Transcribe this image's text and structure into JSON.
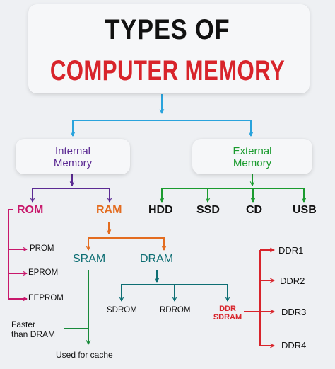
{
  "title": {
    "line1": "TYPES OF",
    "line2": "COMPUTER MEMORY"
  },
  "categories": {
    "internal": {
      "line1": "Internal",
      "line2": "Memory"
    },
    "external": {
      "line1": "External",
      "line2": "Memory"
    }
  },
  "internal_types": {
    "rom": "ROM",
    "ram": "RAM"
  },
  "external_types": [
    "HDD",
    "SSD",
    "CD",
    "USB"
  ],
  "rom_types": [
    "PROM",
    "EPROM",
    "EEPROM"
  ],
  "ram_types": {
    "sram": "SRAM",
    "dram": "DRAM"
  },
  "sram_notes": {
    "faster_line1": "Faster",
    "faster_line2": "than DRAM",
    "cache": "Used for cache"
  },
  "dram_types": {
    "sdrom": "SDROM",
    "rdrom": "RDROM",
    "ddr_sdram_line1": "DDR",
    "ddr_sdram_line2": "SDRAM"
  },
  "ddr_generations": [
    "DDR1",
    "DDR2",
    "DDR3",
    "DDR4"
  ],
  "colors": {
    "title_primary": "#111111",
    "title_accent": "#d8242b",
    "arrow_top": "#29a3dc",
    "internal": "#5b2a93",
    "external": "#1a9b2e",
    "rom": "#c8186b",
    "ram": "#e36c1f",
    "dram_branch": "#0d6e73",
    "sram_branch": "#188a3a",
    "ddr_branch": "#d8242b"
  }
}
